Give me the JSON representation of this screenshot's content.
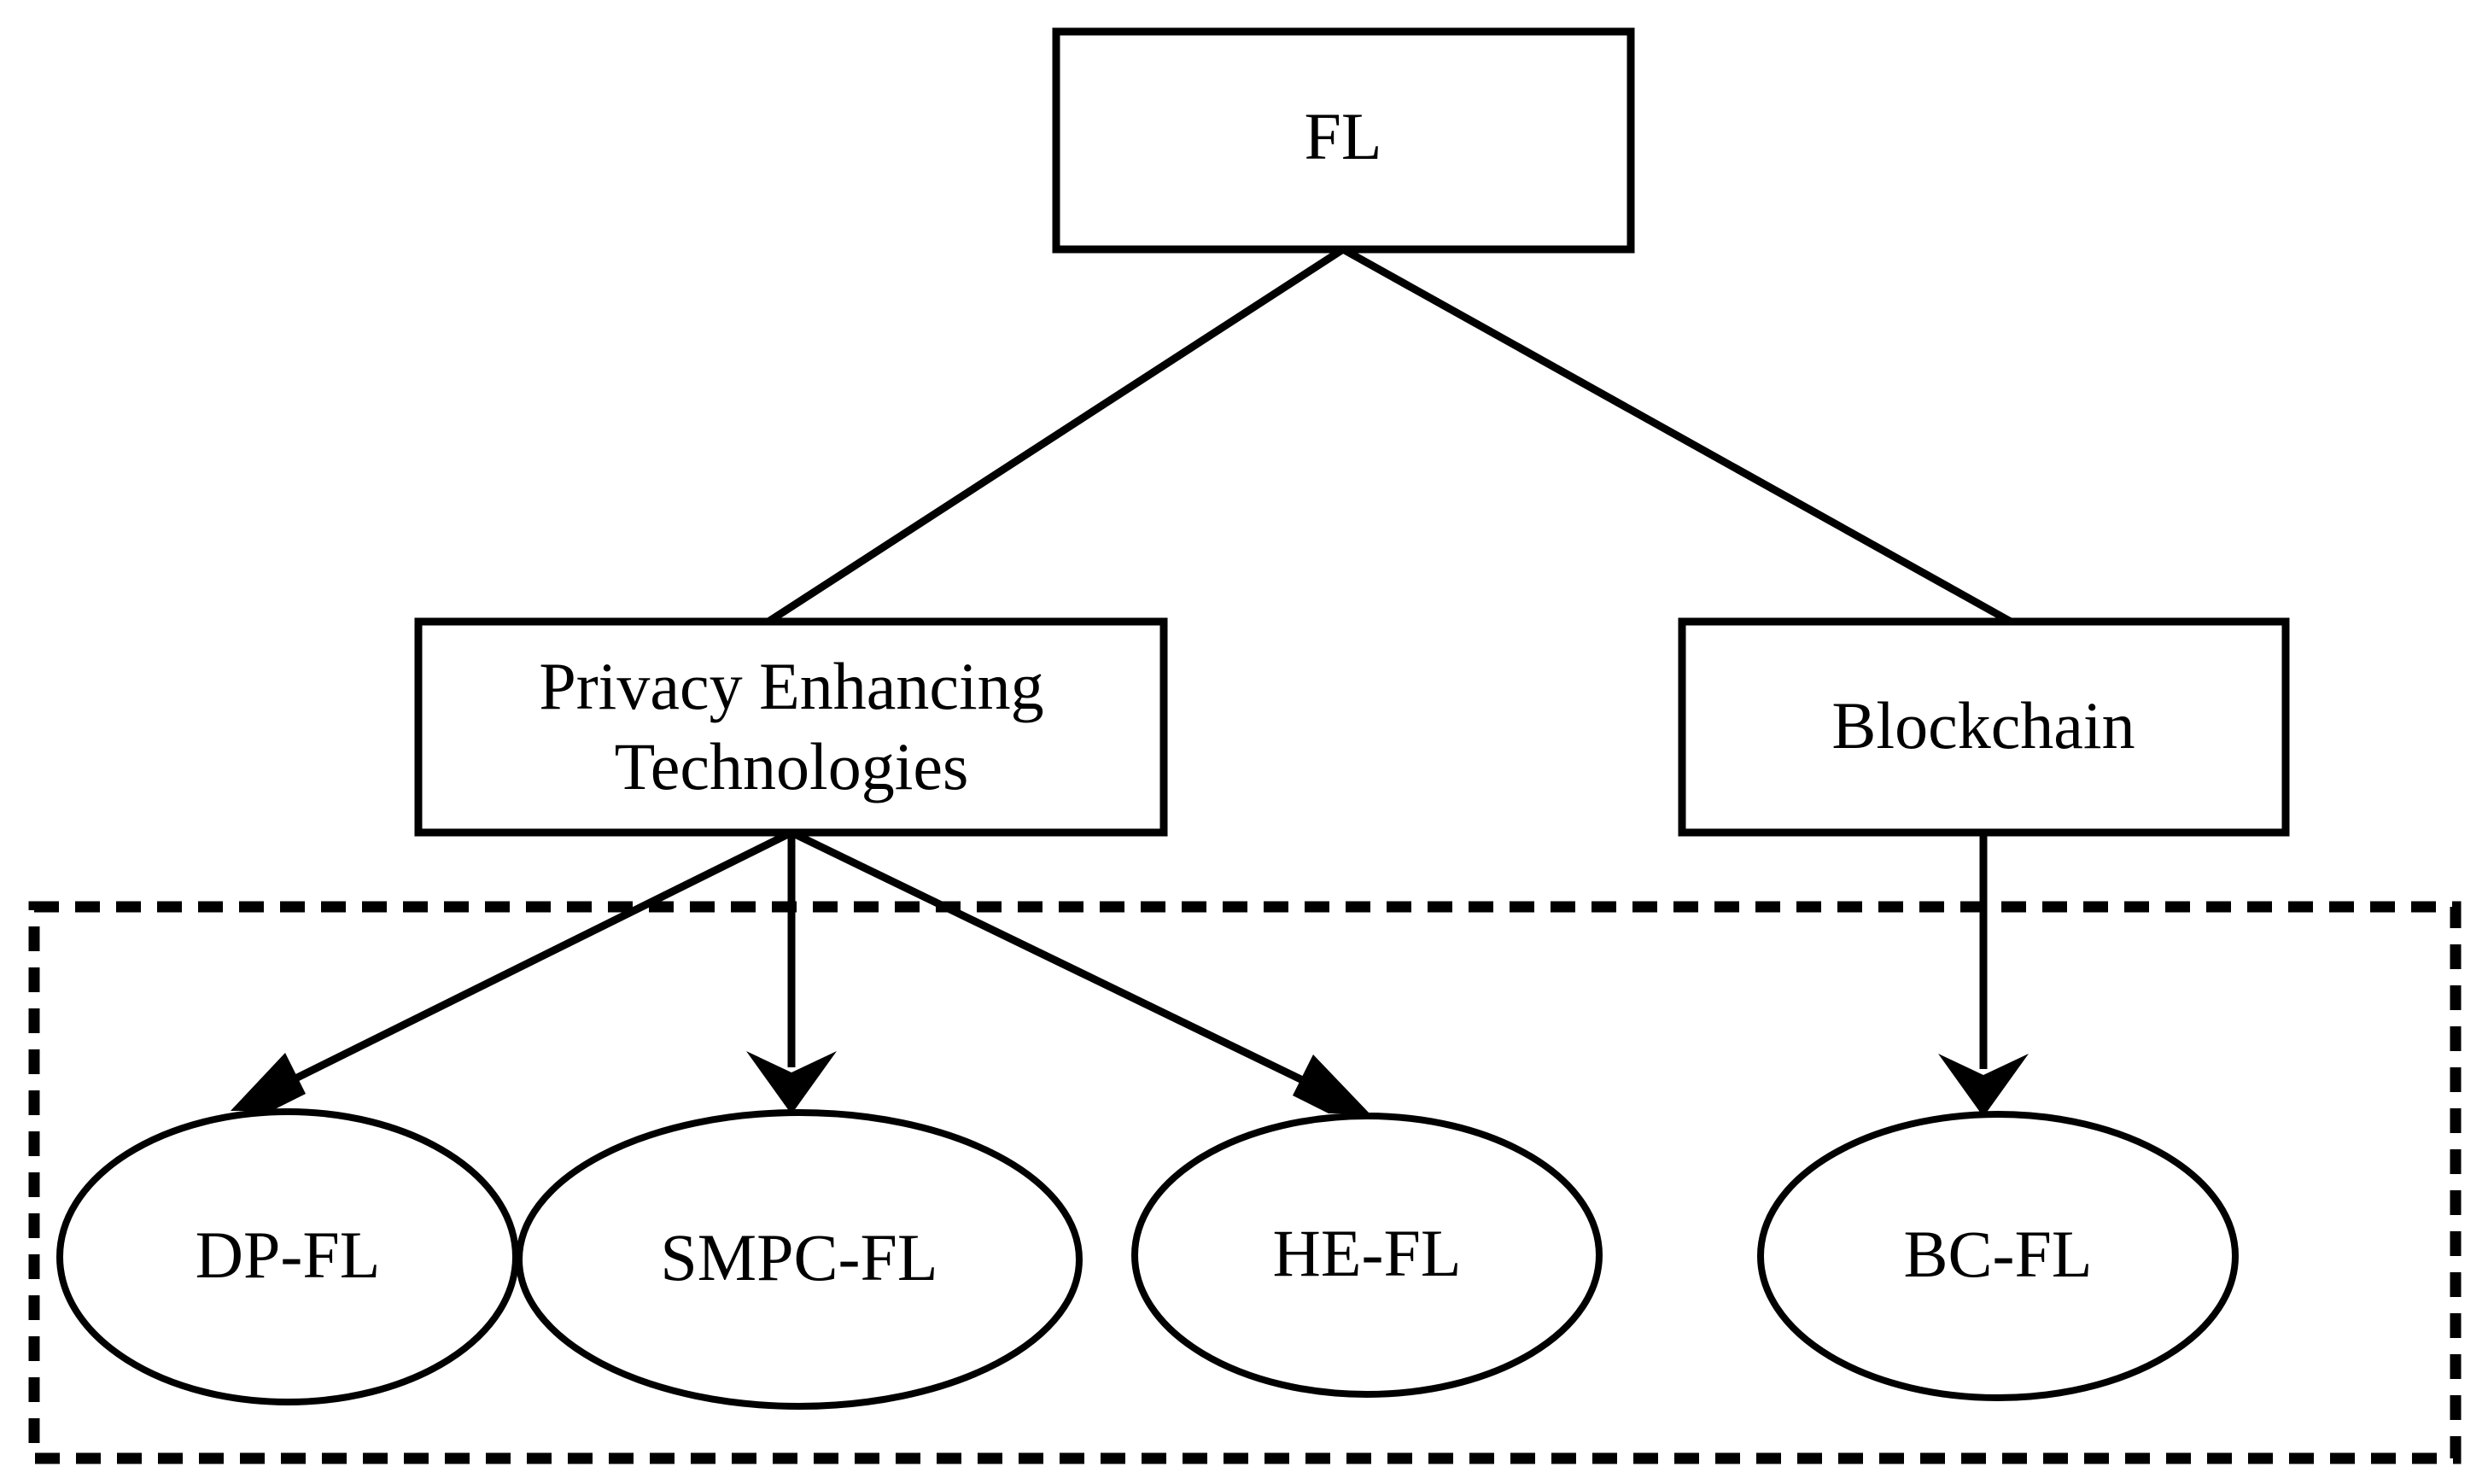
{
  "diagram": {
    "type": "tree-taxonomy",
    "background_color": "#ffffff",
    "stroke_color": "#000000",
    "root": {
      "id": "fl",
      "shape": "rectangle",
      "label": "FL"
    },
    "branches": [
      {
        "id": "pet",
        "shape": "rectangle",
        "label_line1": "Privacy Enhancing",
        "label_line2": "Technologies",
        "label": "Privacy Enhancing Technologies"
      },
      {
        "id": "blockchain",
        "shape": "rectangle",
        "label": "Blockchain"
      }
    ],
    "leaves": [
      {
        "id": "dp-fl",
        "shape": "ellipse",
        "label": "DP-FL",
        "parent": "pet"
      },
      {
        "id": "smpc-fl",
        "shape": "ellipse",
        "label": "SMPC-FL",
        "parent": "pet"
      },
      {
        "id": "he-fl",
        "shape": "ellipse",
        "label": "HE-FL",
        "parent": "pet"
      },
      {
        "id": "bc-fl",
        "shape": "ellipse",
        "label": "BC-FL",
        "parent": "blockchain"
      }
    ],
    "group": {
      "id": "leaf-group",
      "style": "dashed-rectangle",
      "label": ""
    },
    "edges": [
      {
        "from": "fl",
        "to": "pet",
        "arrowhead": false
      },
      {
        "from": "fl",
        "to": "blockchain",
        "arrowhead": false
      },
      {
        "from": "pet",
        "to": "dp-fl",
        "arrowhead": true
      },
      {
        "from": "pet",
        "to": "smpc-fl",
        "arrowhead": true
      },
      {
        "from": "pet",
        "to": "he-fl",
        "arrowhead": true
      },
      {
        "from": "blockchain",
        "to": "bc-fl",
        "arrowhead": true
      }
    ]
  }
}
